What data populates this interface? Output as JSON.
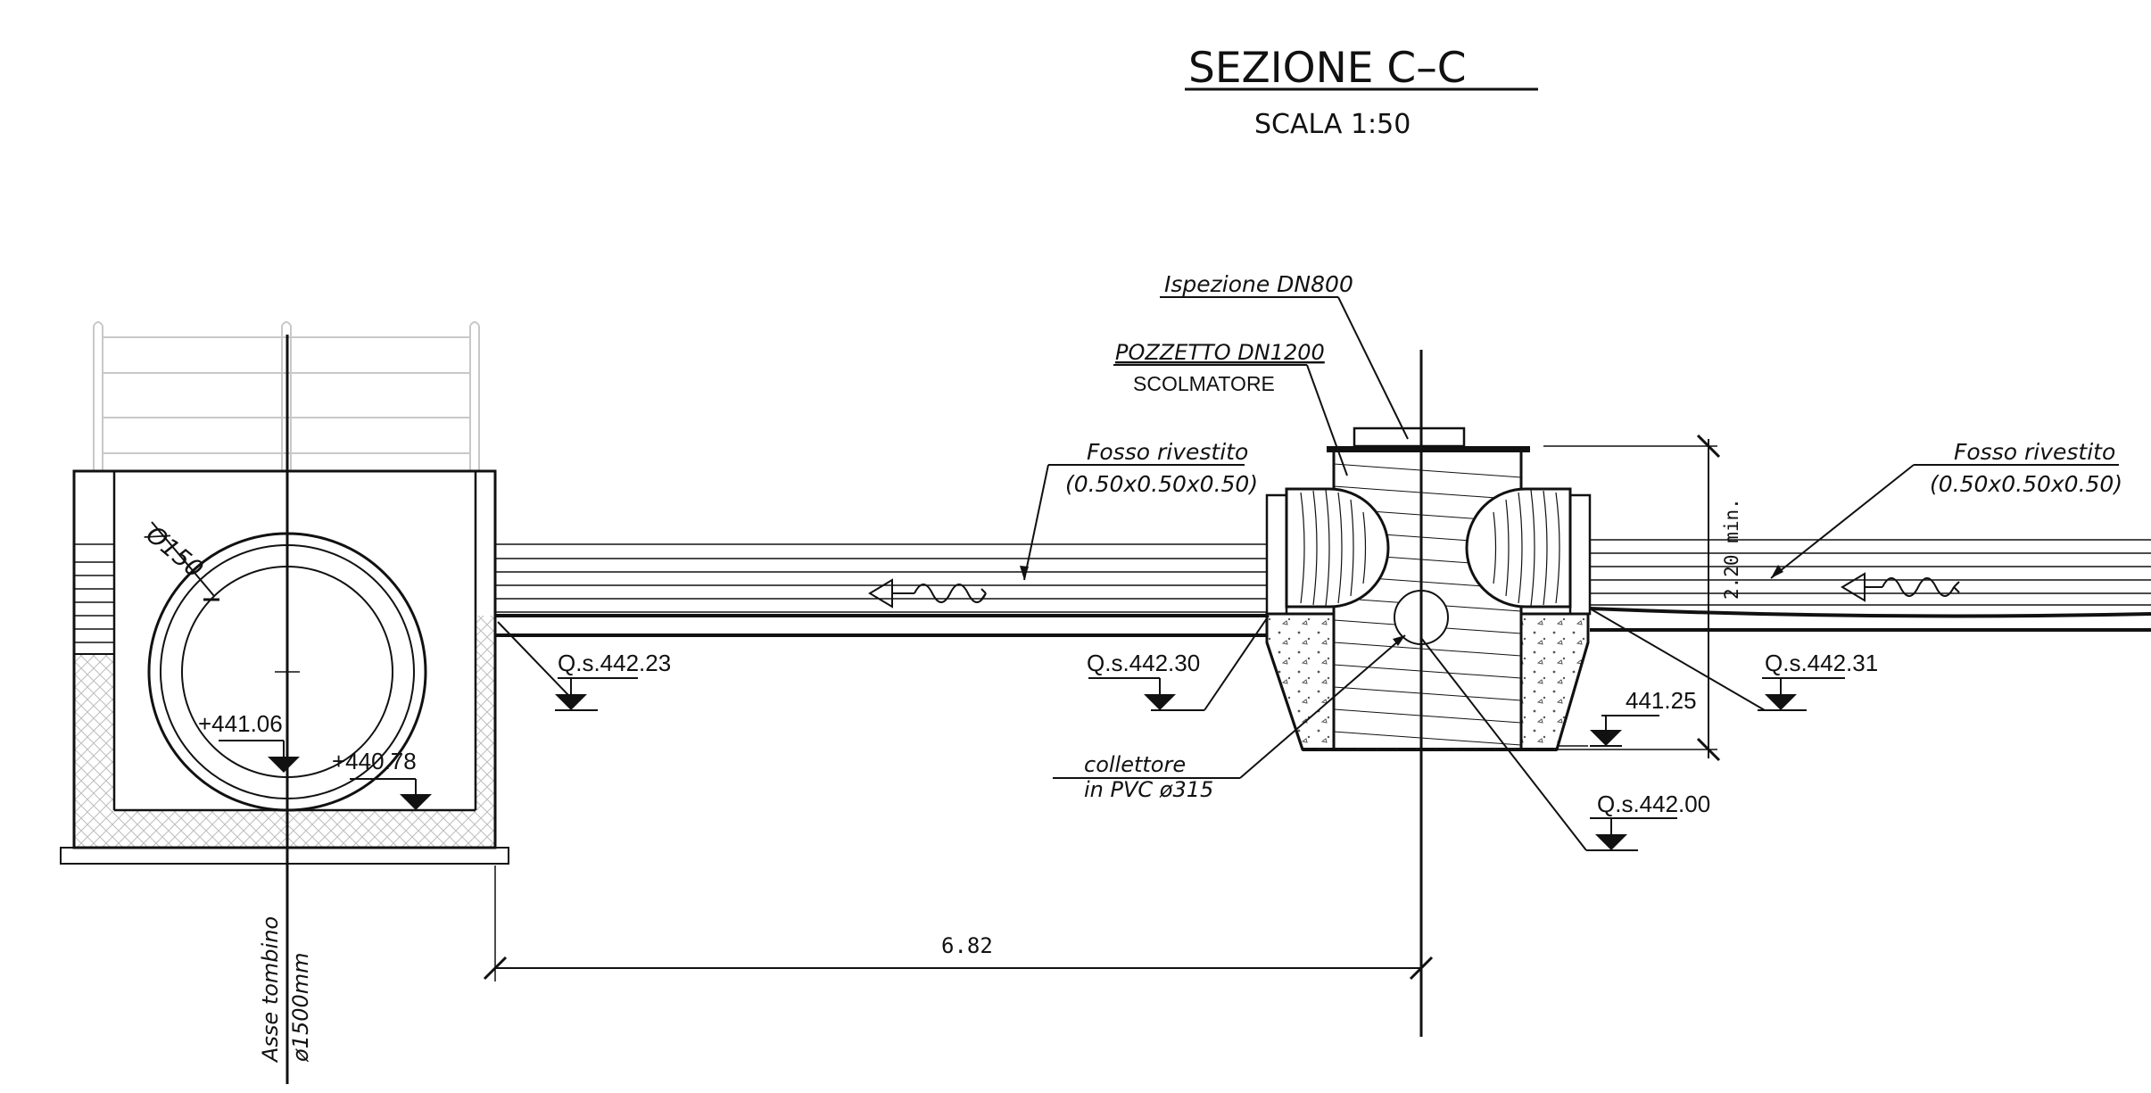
{
  "title": "SEZIONE C–C",
  "scale": "SCALA 1:50",
  "labels": {
    "ispezione": "Ispezione DN800",
    "pozzetto": "POZZETTO DN1200",
    "scolmatore": "SCOLMATORE",
    "fosso_left_1": "Fosso rivestito",
    "fosso_left_2": "(0.50x0.50x0.50)",
    "fosso_right_1": "Fosso rivestito",
    "fosso_right_2": "(0.50x0.50x0.50)",
    "collettore_1": "collettore",
    "collettore_2": "in PVC ø315",
    "diameter_150": "Ø150",
    "asse_1": "Asse tombino",
    "asse_2": "ø1500mm"
  },
  "levels": {
    "qs_44223": "Q.s.442.23",
    "qs_44230": "Q.s.442.30",
    "qs_44231": "Q.s.442.31",
    "qs_44200": "Q.s.442.00",
    "l_44125": "441.25",
    "l_44106": "+441.06",
    "l_44078": "+440.78"
  },
  "dimensions": {
    "horizontal": "6.82",
    "vertical": "2.20 min."
  },
  "colors": {
    "ink": "#111111",
    "railing": "#c8c8c8",
    "hatch": "#bdbdbd"
  }
}
